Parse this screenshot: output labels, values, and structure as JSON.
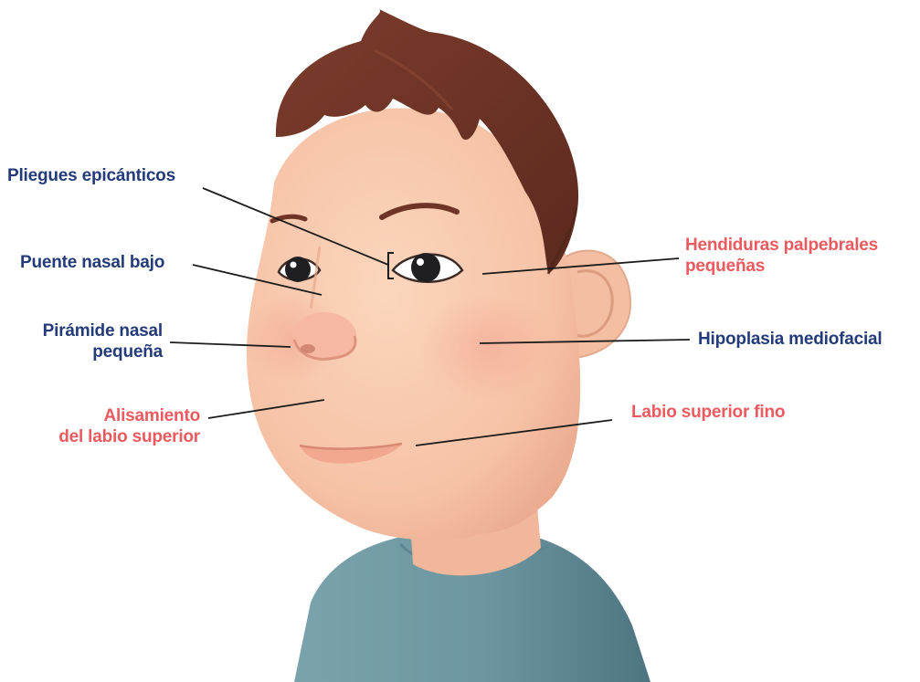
{
  "colors": {
    "label_blue": "#233b78",
    "label_red": "#ea5a5e",
    "skin": "#f7c7ac",
    "hair": "#6e3526",
    "shirt": "#6f98a1"
  },
  "labels": {
    "epicanthic_folds": "Pliegues epicánticos",
    "low_nasal_bridge": "Puente nasal bajo",
    "small_nasal_pyramid_line1": "Pirámide nasal",
    "small_nasal_pyramid_line2": "pequeña",
    "flat_philtrum_line1": "Alisamiento",
    "flat_philtrum_line2": "del labio superior",
    "short_palpebral_fissures_line1": "Hendiduras palpebrales",
    "short_palpebral_fissures_line2": "pequeñas",
    "midface_hypoplasia": "Hipoplasia mediofacial",
    "thin_upper_lip": "Labio superior fino"
  }
}
